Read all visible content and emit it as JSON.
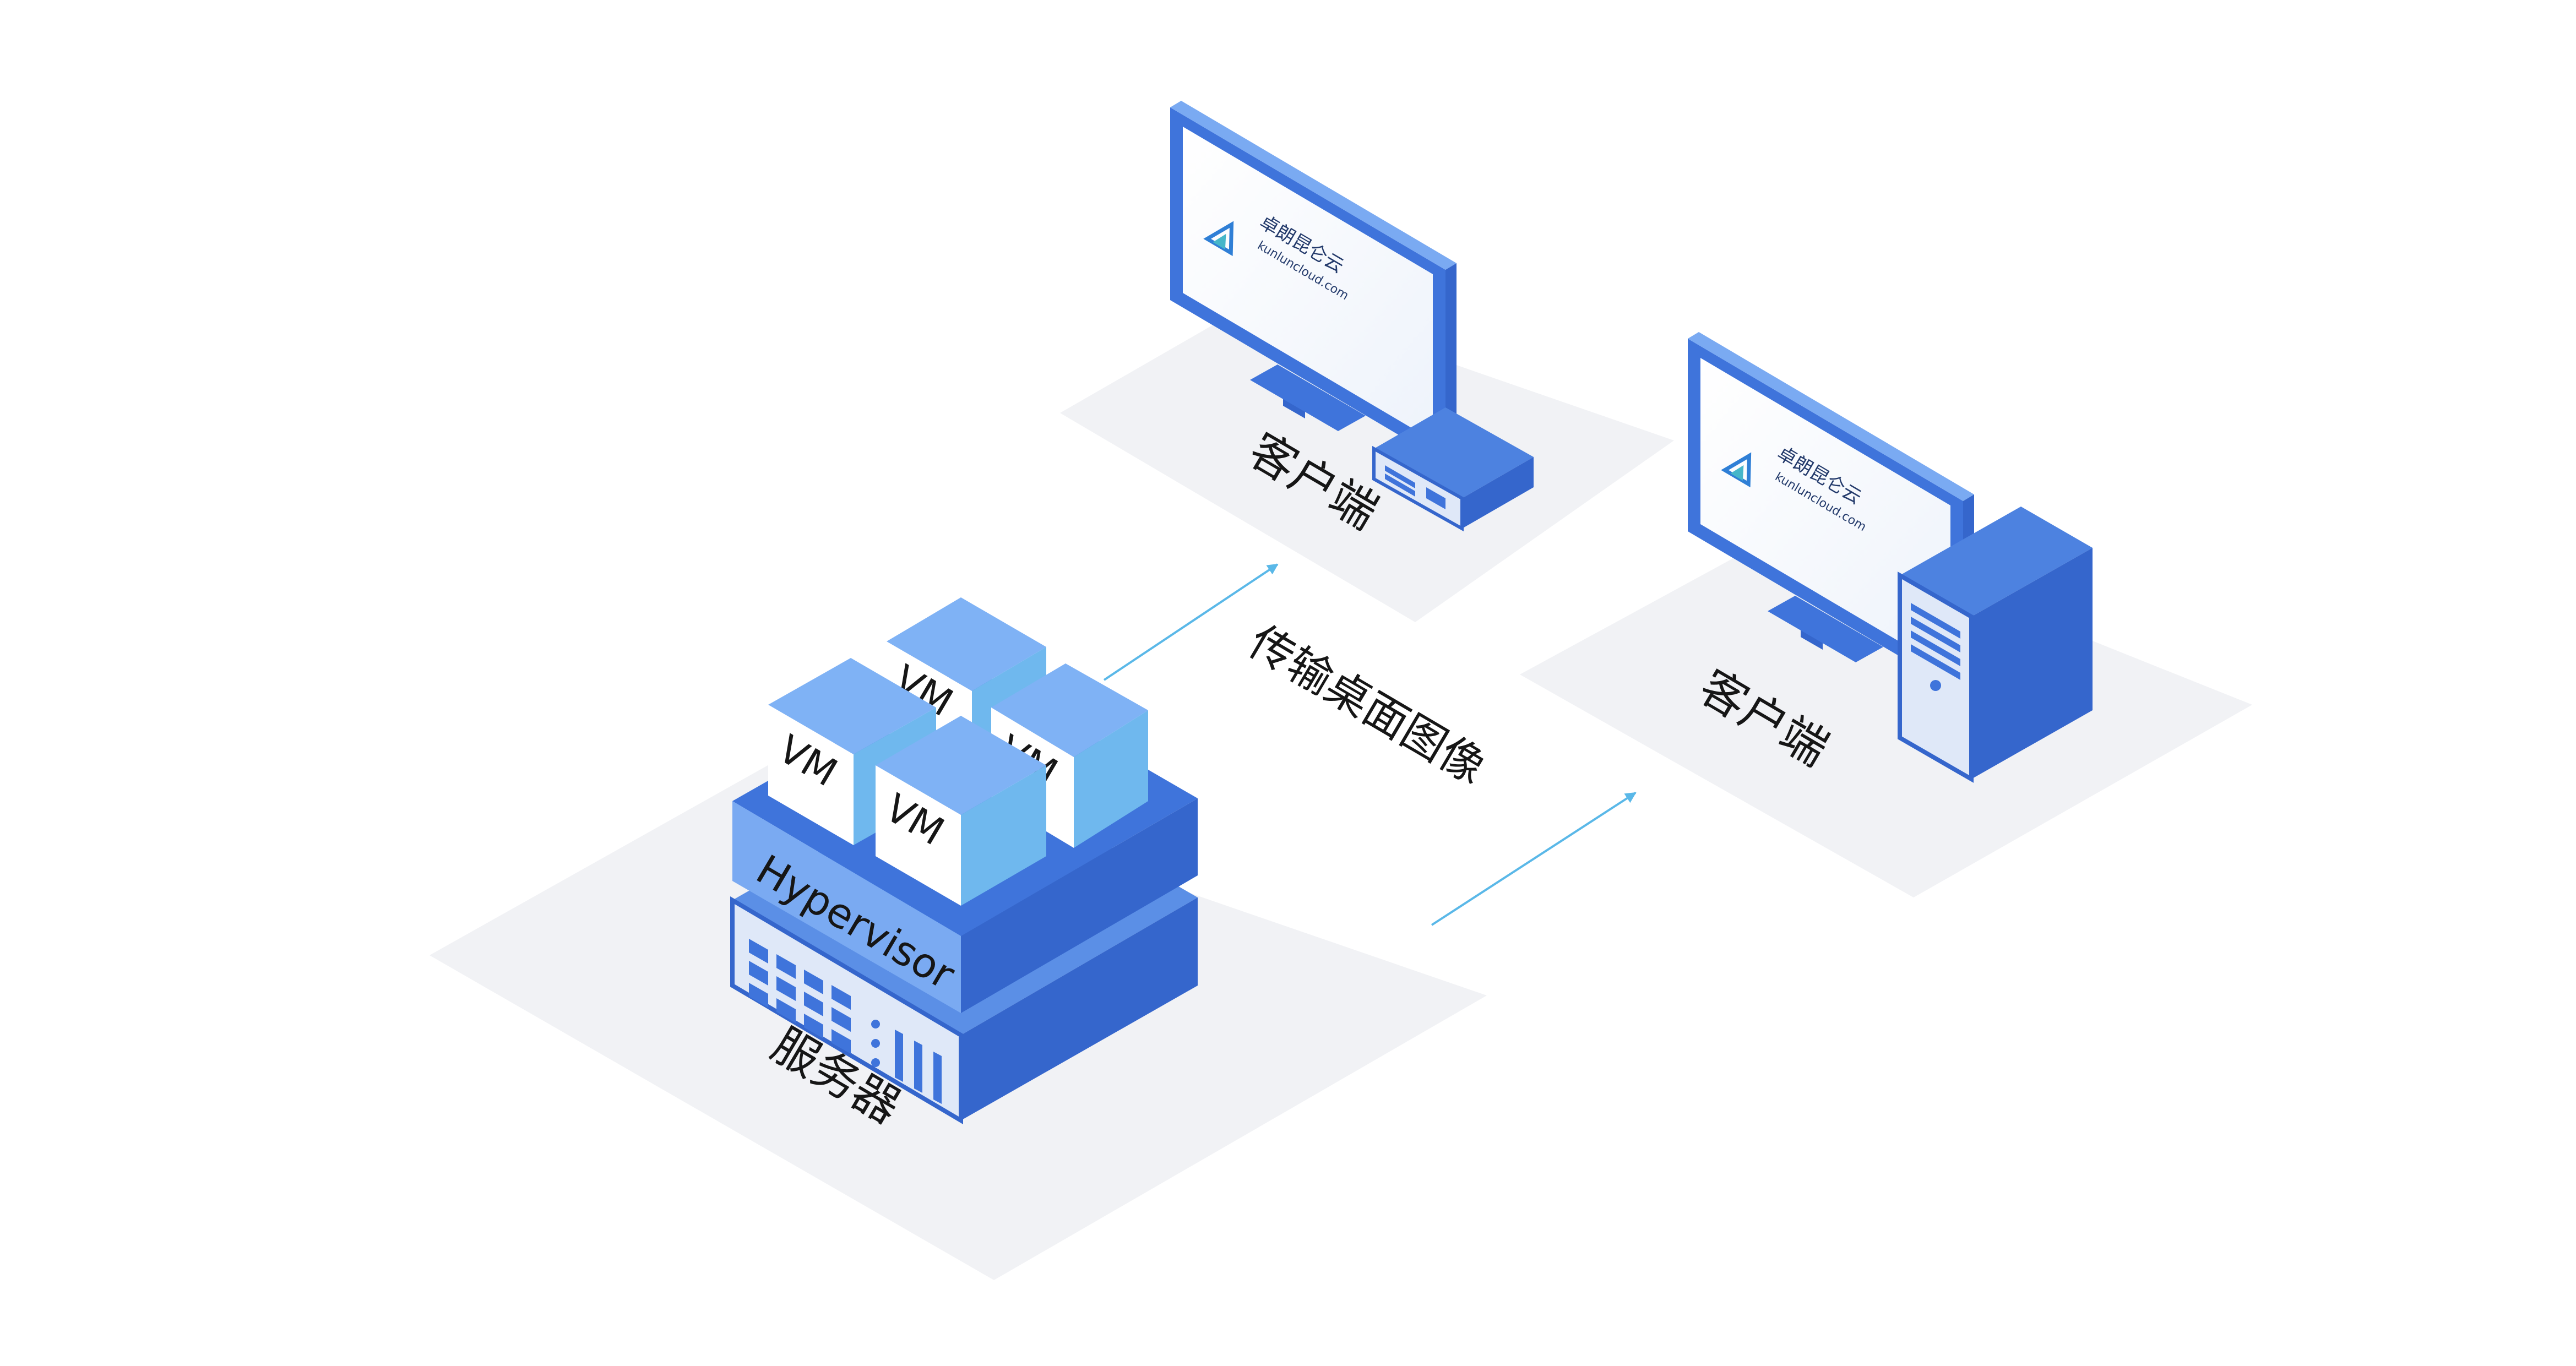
{
  "diagram": {
    "server": {
      "label": "服务器",
      "hypervisor_label": "Hypervisor",
      "vm_labels": [
        "VM",
        "VM",
        "VM",
        "VM"
      ]
    },
    "transfer_label": "传输桌面图像",
    "clients": [
      {
        "label": "客户端",
        "device": "thin-client"
      },
      {
        "label": "客户端",
        "device": "desktop-tower"
      }
    ],
    "screen_brand": {
      "name": "卓朗昆仑云",
      "url": "kunluncloud.com"
    }
  },
  "colors": {
    "floor": "#f1f2f5",
    "dark_blue": "#3566cc",
    "mid_blue": "#4d82e0",
    "light_blue": "#7fb2f5",
    "cyan_arrow": "#5ab8e8",
    "vm_light": "#b7d7fa"
  }
}
